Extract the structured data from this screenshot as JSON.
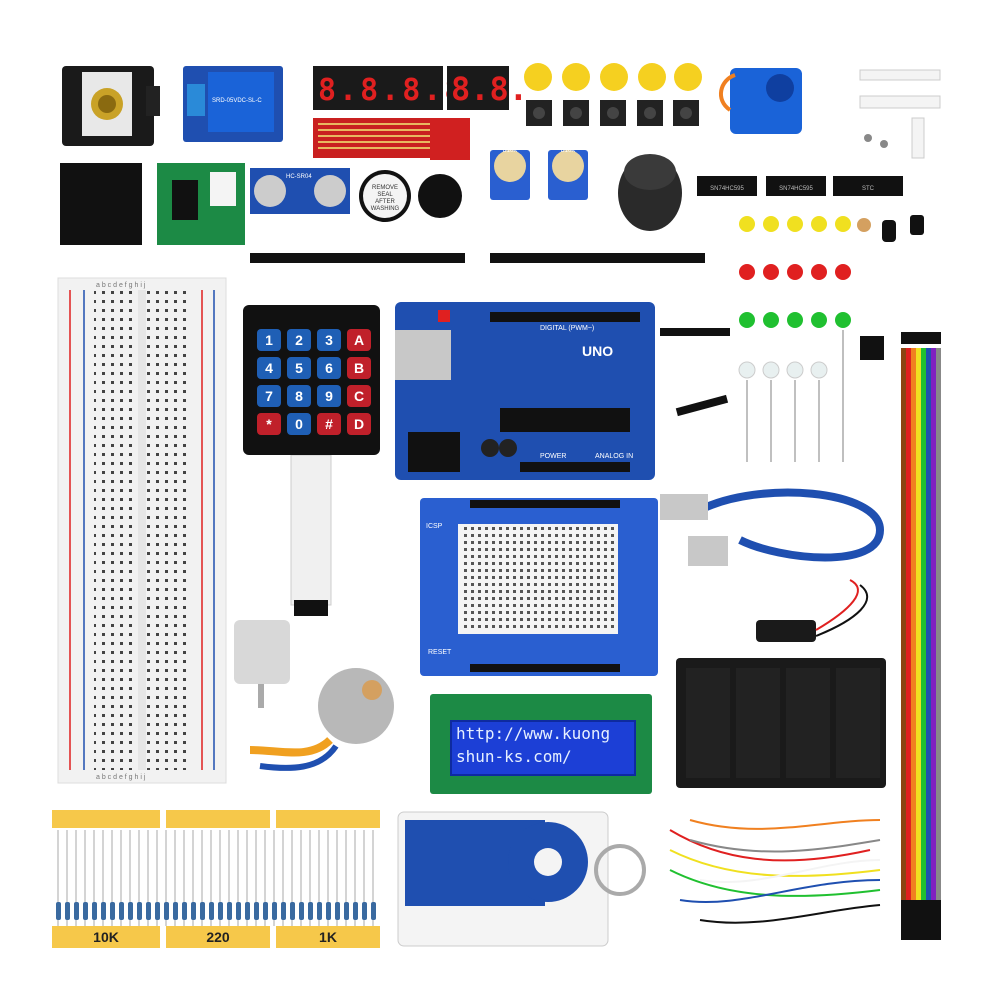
{
  "colors": {
    "pcb_blue": "#1f4fb0",
    "pcb_green": "#1c8a45",
    "resistor_tape": "#f6c84a",
    "wire_red": "#d82020",
    "button_yellow": "#f5d020",
    "lcd_blue": "#1c3fd6"
  },
  "keypad": {
    "keys": [
      "1",
      "2",
      "3",
      "A",
      "4",
      "5",
      "6",
      "B",
      "7",
      "8",
      "9",
      "C",
      "*",
      "0",
      "#",
      "D"
    ]
  },
  "arduino": {
    "board_label": "UNO",
    "header_label": "DIGITAL (PWM~)",
    "power_label": "POWER",
    "analog_label": "ANALOG IN"
  },
  "prototype_shield": {
    "label": "ICSP",
    "reset_label": "RESET"
  },
  "lcd": {
    "line1": "http://www.kuong",
    "line2": "shun-ks.com/"
  },
  "buzzer": {
    "sticker_line1": "REMOVE",
    "sticker_line2": "SEAL",
    "sticker_line3": "AFTER",
    "sticker_line4": "WASHING"
  },
  "potentiometer": {
    "label": "B10K"
  },
  "ultrasonic": {
    "label": "HC-SR04"
  },
  "shift_register": {
    "chip1": "SN74HC595",
    "chip2": "SN74HC595",
    "chip3": "STC"
  },
  "relay": {
    "label": "SRD-05VDC-SL-C"
  },
  "resistors": {
    "packs": [
      "10K",
      "220",
      "1K"
    ]
  },
  "breadboard": {
    "column_letters": "a b c d e   f g h i j"
  },
  "icons": {
    "arduino": "microcontroller-board-icon",
    "servo": "servo-motor-icon",
    "stepper": "stepper-motor-icon",
    "battery": "battery-holder-icon",
    "usb": "usb-cable-icon",
    "rfid": "rfid-module-icon"
  }
}
